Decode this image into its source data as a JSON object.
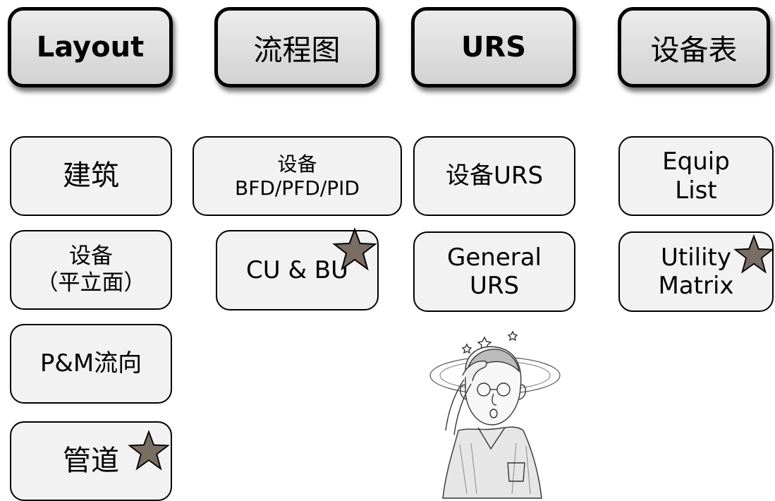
{
  "headers": {
    "layout": "Layout",
    "flow": "流程图",
    "urs": "URS",
    "equip": "设备表"
  },
  "column1": {
    "building": "建筑",
    "equip_line1": "设备",
    "equip_line2": "（平立面）",
    "pm_flow": "P&M流向",
    "piping": "管道"
  },
  "column2": {
    "bfd_line1": "设备",
    "bfd_line2": "BFD/PFD/PID",
    "cu_bu": "CU & BU"
  },
  "column3": {
    "equip_urs": "设备URS",
    "general_line1": "General",
    "general_line2": "URS"
  },
  "column4": {
    "equip_list_line1": "Equip",
    "equip_list_line2": "List",
    "utility_line1": "Utility",
    "utility_line2": "Matrix"
  },
  "icons": {
    "star": "star-icon",
    "illustration": "dizzy-person-illustration"
  }
}
